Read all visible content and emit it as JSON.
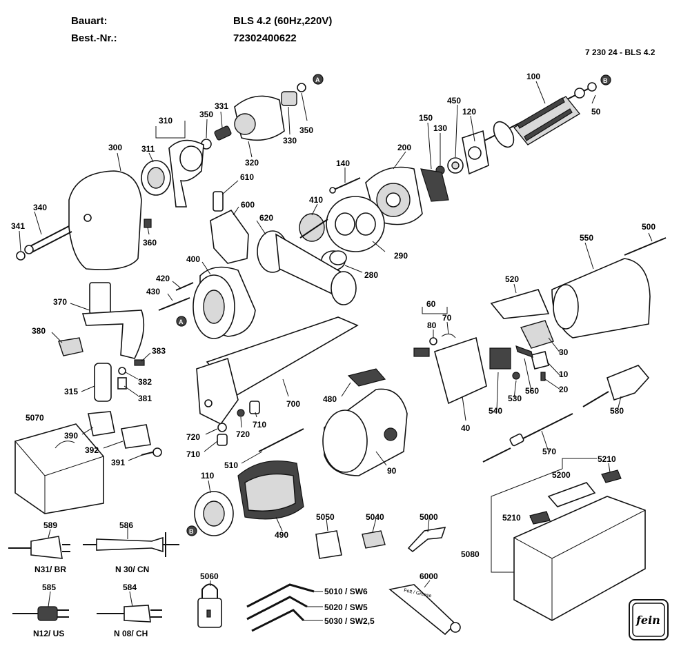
{
  "header": {
    "bauart_label": "Bauart:",
    "bauart_value": "BLS 4.2 (60Hz,220V)",
    "bestnr_label": "Best.-Nr.:",
    "bestnr_value": "72302400622",
    "drawing_code": "7 230 24 - BLS 4.2"
  },
  "labels": {
    "p100": "100",
    "p50": "50",
    "p450": "450",
    "p120": "120",
    "p150": "150",
    "p130": "130",
    "p200": "200",
    "p140": "140",
    "p410": "410",
    "p290": "290",
    "p280": "280",
    "p310": "310",
    "p350a": "350",
    "p331": "331",
    "p350b": "350",
    "p330": "330",
    "p320": "320",
    "p311": "311",
    "p300": "300",
    "p340": "340",
    "p341": "341",
    "p360": "360",
    "p610": "610",
    "p600": "600",
    "p620": "620",
    "p400": "400",
    "p420": "420",
    "p430": "430",
    "p370": "370",
    "p380": "380",
    "p383": "383",
    "p382": "382",
    "p381": "381",
    "p315": "315",
    "p390": "390",
    "p392": "392",
    "p391": "391",
    "p5070": "5070",
    "p700": "700",
    "p710a": "710",
    "p720a": "720",
    "p720b": "720",
    "p710b": "710",
    "p480": "480",
    "p510": "510",
    "p90": "90",
    "p110": "110",
    "p490": "490",
    "p60": "60",
    "p80": "80",
    "p70": "70",
    "p40": "40",
    "p520": "520",
    "p550": "550",
    "p500": "500",
    "p30": "30",
    "p10": "10",
    "p20": "20",
    "p560": "560",
    "p530": "530",
    "p540": "540",
    "p580": "580",
    "p570": "570",
    "p5210a": "5210",
    "p5200": "5200",
    "p5210b": "5210",
    "p5080": "5080",
    "p5050": "5050",
    "p5040": "5040",
    "p5000": "5000",
    "p5060": "5060",
    "p6000": "6000",
    "p589": "589",
    "p586": "586",
    "p585": "585",
    "p584": "584",
    "n31": "N31/ BR",
    "n30": "N 30/ CN",
    "n12": "N12/ US",
    "n08": "N 08/ CH",
    "k5010": "5010 / SW6",
    "k5020": "5020 / SW5",
    "k5030": "5030 / SW2,5",
    "markerA": "A",
    "markerB": "B",
    "tube_text": "Fett / Grease",
    "logo": "fein"
  }
}
